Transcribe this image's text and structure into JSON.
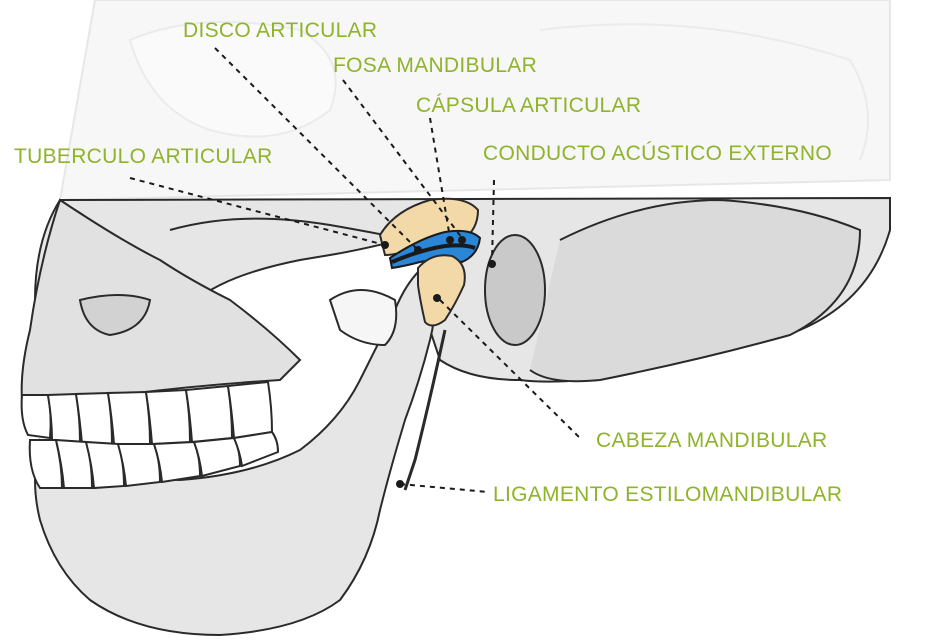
{
  "labels": {
    "disco_articular": "DISCO ARTICULAR",
    "fosa_mandibular": "FOSA MANDIBULAR",
    "capsula_articular": "CÁPSULA ARTICULAR",
    "tuberculo_articular": "TUBERCULO ARTICULAR",
    "conducto_acustico": "CONDUCTO ACÚSTICO EXTERNO",
    "cabeza_mandibular": "CABEZA MANDIBULAR",
    "ligamento": "LIGAMENTO ESTILOMANDIBULAR"
  },
  "colors": {
    "label_text": "#8fb32a",
    "bone_fill": "#e6e6e6",
    "bone_outline": "#2a2a2a",
    "cartilage_blue": "#2a86d6",
    "bone_tissue": "#f3d9a8",
    "leader_line": "#1a1a1a"
  }
}
